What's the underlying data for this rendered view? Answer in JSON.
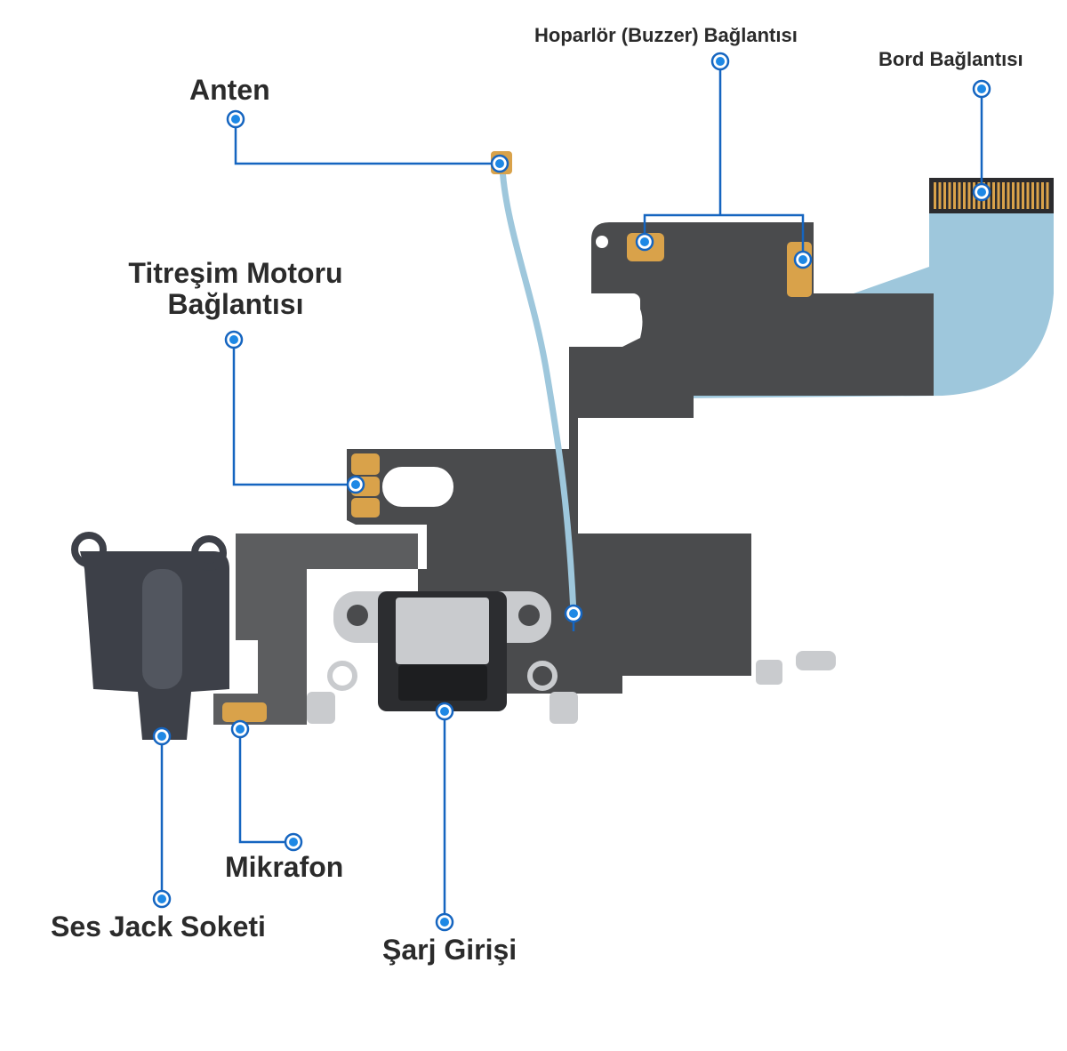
{
  "colors": {
    "leader_line": "#1565c0",
    "marker_fill": "#1e88e5",
    "label_text": "#2b2b2b",
    "flex_cable": "#4a4b4d",
    "flex_cable_light": "#5c5d5f",
    "ribbon": "#9ec7dc",
    "gold_pad": "#d9a24a",
    "connector_metal": "#c9cbce",
    "jack_body": "#3d4048"
  },
  "labels": {
    "antenna": "Anten",
    "speaker": "Hoparlör (Buzzer) Bağlantısı",
    "board": "Bord Bağlantısı",
    "vibration_line1": "Titreşim Motoru",
    "vibration_line2": "Bağlantısı",
    "microphone": "Mikrafon",
    "audio_jack": "Ses Jack Soketi",
    "charging_port": "Şarj Girişi"
  }
}
